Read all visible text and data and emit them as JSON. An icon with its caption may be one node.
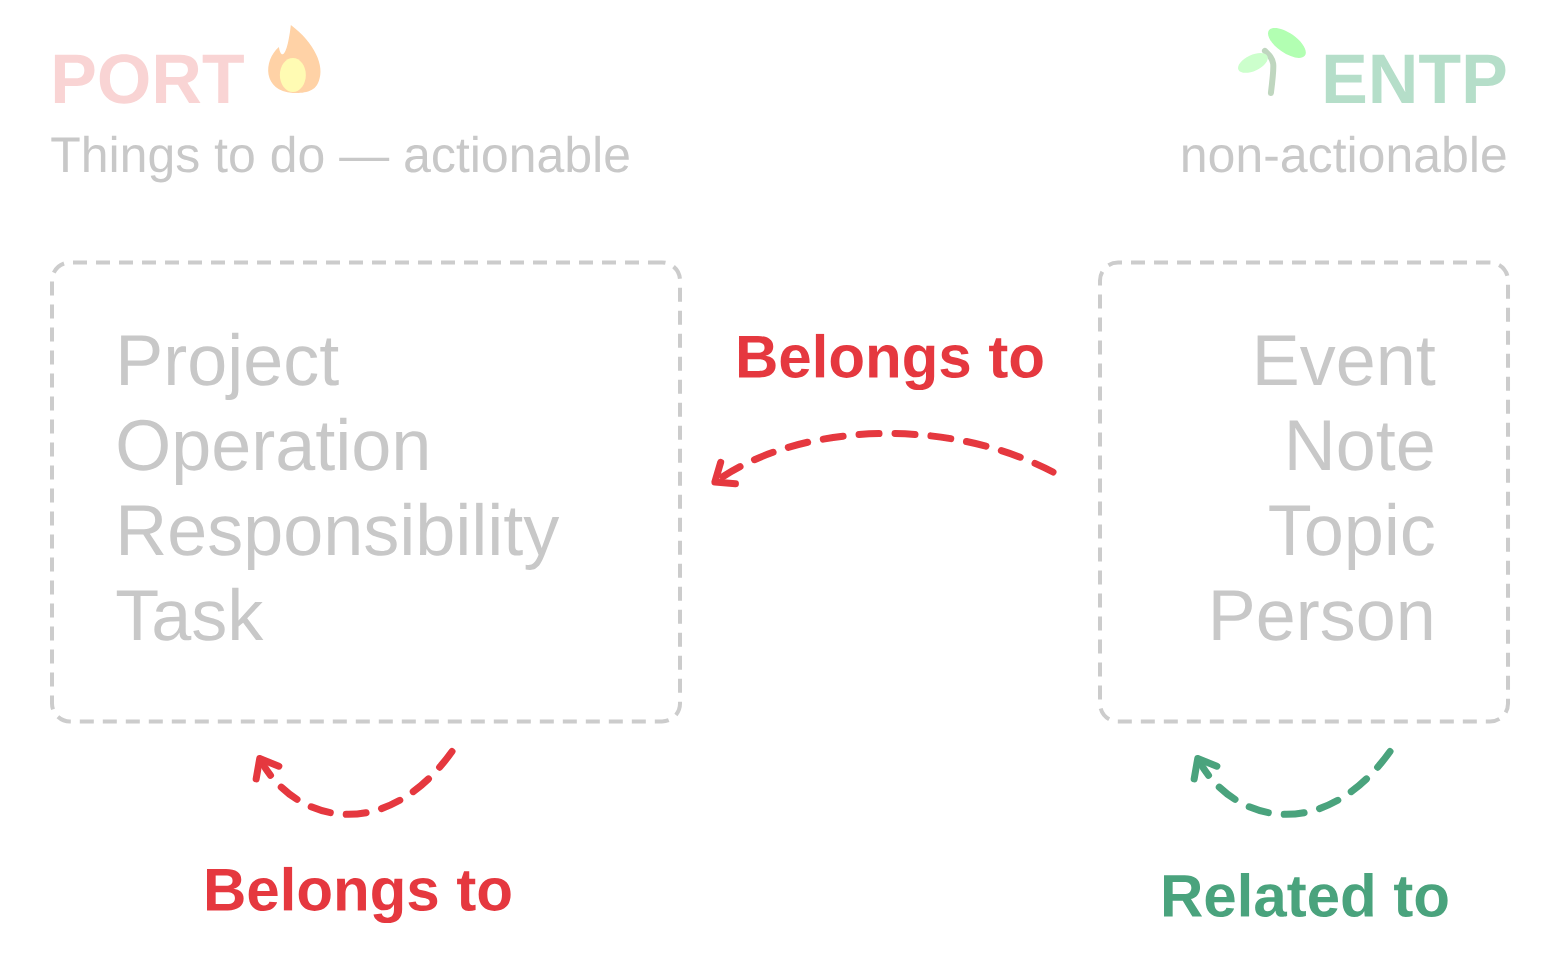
{
  "diagram": {
    "nodes": [
      {
        "text": [
          "PORT",
          "Things to do — actionable",
          "Project",
          "Operation",
          "Responsibility",
          "Task"
        ]
      },
      {
        "text": [
          "ENTP",
          "non-actionable",
          "Event",
          "Note",
          "Topic",
          "Person"
        ]
      }
    ],
    "edges": [
      {
        "from": 1,
        "to": 0,
        "arrow": "to",
        "label": "Belongs to",
        "style": "dashed",
        "color": "#e5383f"
      },
      {
        "from": 0,
        "to": 0,
        "arrow": "to",
        "label": "Belongs to",
        "style": "dashed",
        "color": "#e5383f"
      },
      {
        "from": 1,
        "to": 1,
        "arrow": "to",
        "label": "Related to",
        "style": "dashed",
        "color": "#4aa37d"
      }
    ]
  }
}
